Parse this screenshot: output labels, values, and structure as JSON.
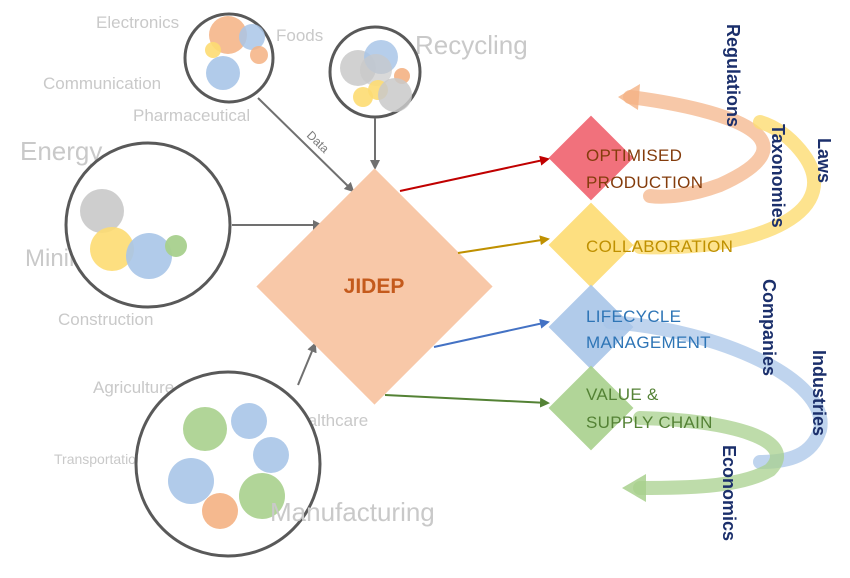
{
  "hub": {
    "label": "JIDEP"
  },
  "edge_label": "Data",
  "sectors": {
    "electronics": "Electronics",
    "foods": "Foods",
    "communication": "Communication",
    "pharmaceutical": "Pharmaceutical",
    "recycling": "Recycling",
    "energy": "Energy",
    "mining": "Mining",
    "construction": "Construction",
    "agriculture": "Agriculture",
    "healthcare": "Healthcare",
    "transportation": "Transportation",
    "manufacturing": "Manufacturing"
  },
  "outcomes": {
    "optimised_line1": "OPTIMISED",
    "optimised_line2": "PRODUCTION",
    "collaboration": "COLLABORATION",
    "lifecycle_line1": "LIFECYCLE",
    "lifecycle_line2": "MANAGEMENT",
    "value_line1": "VALUE &",
    "value_line2": "SUPPLY CHAIN"
  },
  "dimensions": {
    "regulations": "Regulations",
    "taxonomies": "Taxonomies",
    "laws": "Laws",
    "companies": "Companies",
    "industries": "Industries",
    "economics": "Economics"
  },
  "colors": {
    "red": "#f0626e",
    "yellow": "#fddc72",
    "blue": "#a9c5e8",
    "green": "#a8d08d",
    "orange": "#f4b183",
    "gray": "#c9c9c9",
    "hub": "#f8c8a8",
    "navy": "#1b2f6b"
  }
}
